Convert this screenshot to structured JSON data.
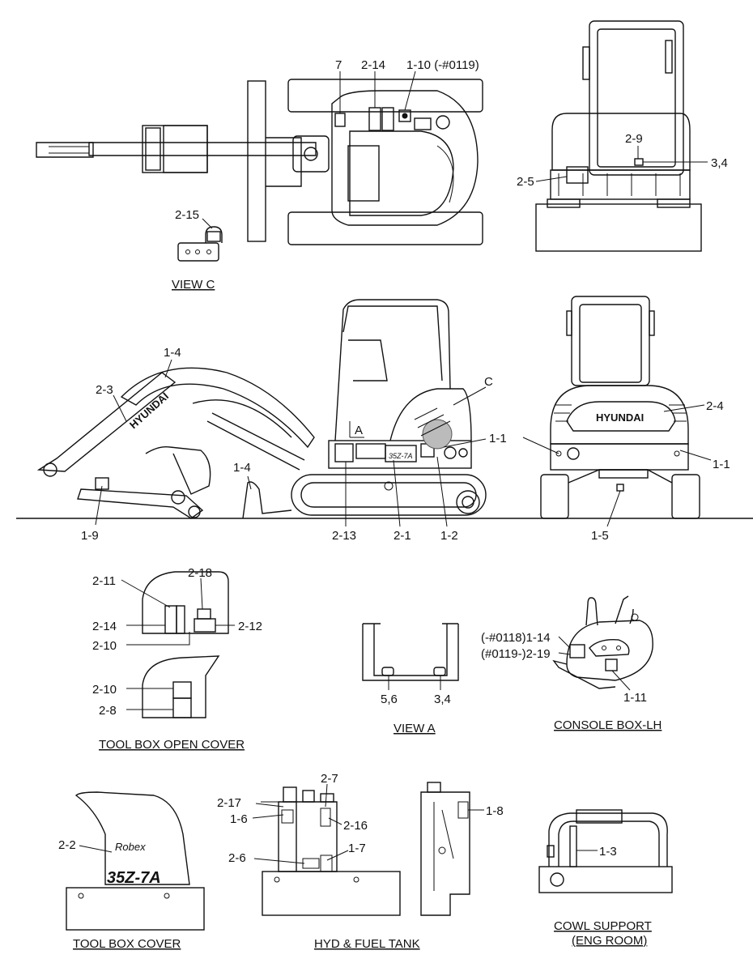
{
  "brand": {
    "hyundai": "HYUNDAI",
    "robex": "Robex",
    "model": "35Z-7A",
    "model_small": "35Z-7A"
  },
  "view_markers": {
    "a": "A",
    "c": "C"
  },
  "captions": {
    "view_c": "VIEW C",
    "view_a": "VIEW A",
    "console_box": "CONSOLE BOX-LH",
    "toolbox_open": "TOOL BOX OPEN COVER",
    "toolbox_cover": "TOOL BOX COVER",
    "hyd_fuel": "HYD & FUEL TANK",
    "cowl_line1": "COWL SUPPORT",
    "cowl_line2": "(ENG ROOM)"
  },
  "labels": {
    "top_7": "7",
    "top_2_14": "2-14",
    "top_1_10": "1-10 (-#0119)",
    "view_c_2_15": "2-15",
    "rear_2_9": "2-9",
    "rear_3_4": "3,4",
    "rear_2_5": "2-5",
    "side_1_4_arm": "1-4",
    "side_2_3": "2-3",
    "side_c": "C",
    "side_1_1": "1-1",
    "side_1_4_blade": "1-4",
    "side_1_9": "1-9",
    "side_2_13": "2-13",
    "side_2_1": "2-1",
    "side_1_2": "1-2",
    "back_2_4": "2-4",
    "back_1_1": "1-1",
    "back_1_5": "1-5",
    "tb_2_11": "2-11",
    "tb_2_18": "2-18",
    "tb_2_14": "2-14",
    "tb_2_12": "2-12",
    "tb_2_10a": "2-10",
    "tb_2_10b": "2-10",
    "tb_2_8": "2-8",
    "va_5_6": "5,6",
    "va_3_4": "3,4",
    "cb_1_14": "(-#0118)1-14",
    "cb_2_19": "(#0119-)2-19",
    "cb_1_11": "1-11",
    "tc_2_2": "2-2",
    "hf_2_17": "2-17",
    "hf_2_7": "2-7",
    "hf_1_6": "1-6",
    "hf_2_16": "2-16",
    "hf_2_6": "2-6",
    "hf_1_7": "1-7",
    "hf_1_8": "1-8",
    "cs_1_3": "1-3"
  },
  "colors": {
    "line": "#111111",
    "background": "#ffffff",
    "hatch": "#888888"
  }
}
